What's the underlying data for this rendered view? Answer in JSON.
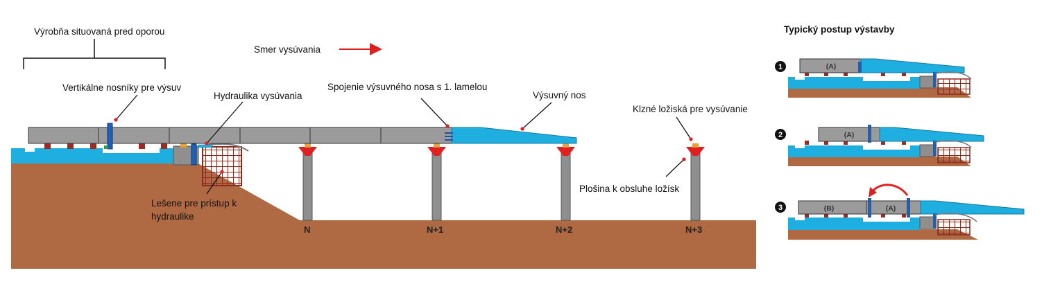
{
  "labels": {
    "production": "Výrobňa situovaná pred oporou",
    "direction": "Smer vysúvania",
    "vertical_beams": "Vertikálne nosníky pre výsuv",
    "hydraulics": "Hydraulika vysúvania",
    "connection": "Spojenie výsuvného nosa s 1. lamelou",
    "launching_nose": "Výsuvný nos",
    "sliding_bearings": "Klzné ložiská pre vysúvanie",
    "scaffold_line1": "Lešene pre prístup k",
    "scaffold_line2": "hydraulike",
    "platform": "Plošina k obsluhe ložísk"
  },
  "piers": [
    "N",
    "N+1",
    "N+2",
    "N+3"
  ],
  "side_panel": {
    "title": "Typický postup výstavby",
    "steps": [
      {
        "number": "1",
        "segments": [
          "(A)"
        ]
      },
      {
        "number": "2",
        "segments": [
          "(A)"
        ]
      },
      {
        "number": "3",
        "segments": [
          "(B)",
          "(A)"
        ]
      }
    ]
  },
  "colors": {
    "ground": "#b06a43",
    "water": "#1eaee0",
    "girder": "#9b9b9b",
    "nose": "#1eaee0",
    "pier": "#8f8f8f",
    "bearing": "#e8a13a",
    "arrow": "#e02020",
    "scaffold": "#8b2b1e"
  }
}
